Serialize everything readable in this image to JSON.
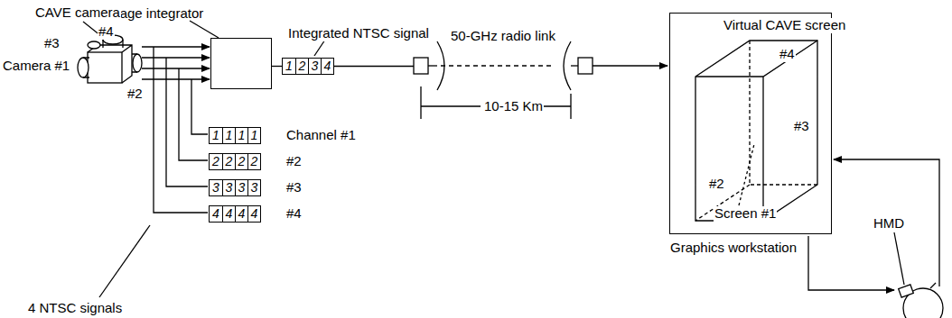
{
  "diagram": {
    "nodes": [
      {
        "text": [
          "Image integrator"
        ]
      },
      {
        "text": [
          "1",
          "2",
          "3",
          "4"
        ]
      },
      {
        "text": [
          "1",
          "1",
          "1",
          "1"
        ]
      },
      {
        "text": [
          "2",
          "2",
          "2",
          "2"
        ]
      },
      {
        "text": [
          "3",
          "3",
          "3",
          "3"
        ]
      },
      {
        "text": [
          "4",
          "4",
          "4",
          "4"
        ]
      },
      {
        "text": [
          "Graphics workstation"
        ]
      }
    ],
    "edges": [
      {
        "from": 0,
        "to": 1,
        "arrow": "none"
      }
    ],
    "labels": [
      "CAVE camera",
      "#4",
      "#3",
      "Camera #1",
      "#2",
      "Integrated NTSC signal",
      "50-GHz radio link",
      "Channel #1",
      "#2",
      "#3",
      "#4",
      "4 NTSC signals",
      "10-15 Km",
      "Virtual CAVE screen",
      "#4",
      "#3",
      "#2",
      "Screen #1",
      "HMD"
    ]
  }
}
